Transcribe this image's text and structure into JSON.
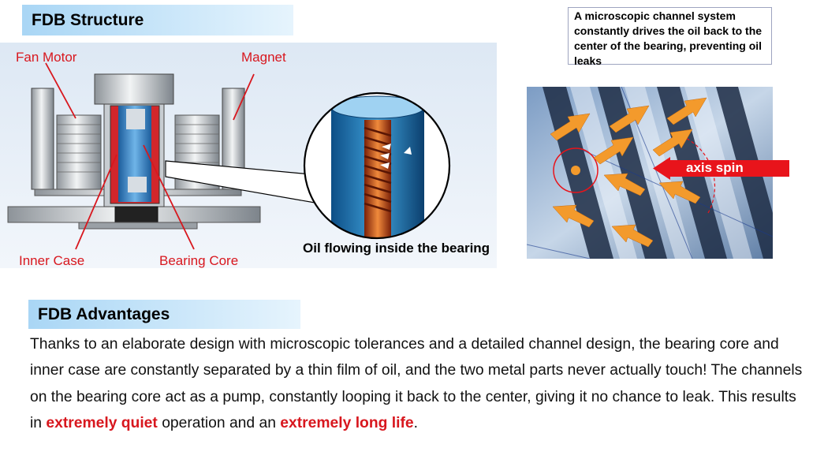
{
  "structure": {
    "header": "FDB Structure",
    "labels": {
      "fan_motor": "Fan Motor",
      "magnet": "Magnet",
      "inner_case": "Inner Case",
      "bearing_core": "Bearing Core"
    },
    "caption": "Oil flowing inside the bearing"
  },
  "channel_note": "A microscopic channel system constantly drives the oil back to the center of the bearing, preventing oil leaks",
  "axis_label": "axis spin",
  "advantages": {
    "header": "FDB Advantages",
    "text_parts": [
      "Thanks to an elaborate design with microscopic tolerances and a detailed channel design, the bearing core and inner case are constantly separated by a thin film of oil, and the two metal parts never actually touch! The channels on the bearing core act as a pump, constantly looping it back to the center, giving it no chance to leak. This results in ",
      "extremely quiet",
      " operation and an ",
      "extremely long life",
      "."
    ]
  },
  "colors": {
    "label_red": "#d8171e",
    "header_blue": "#a9d6f5",
    "arrow_orange": "#f39a2c",
    "axis_red": "#e8141b"
  }
}
